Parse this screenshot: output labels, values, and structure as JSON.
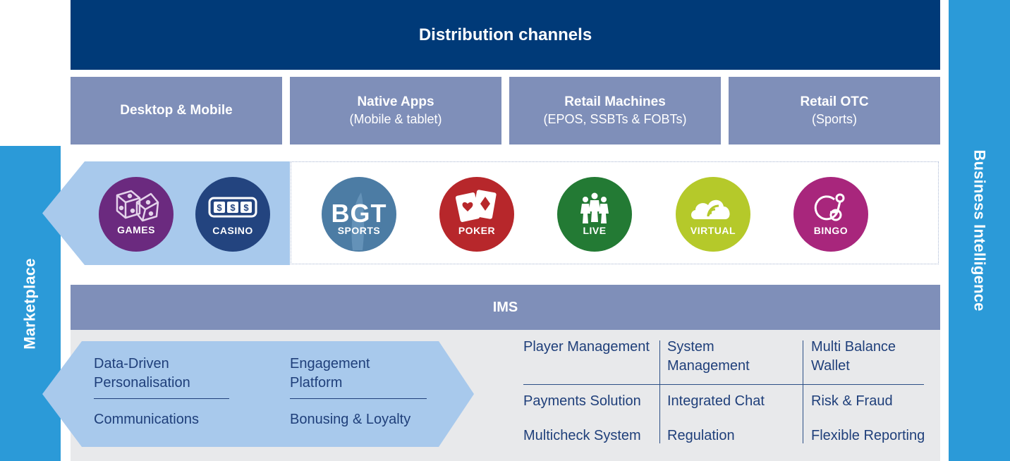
{
  "side": {
    "left_label": "Marketplace",
    "right_label": "Business Intelligence"
  },
  "distribution": {
    "title": "Distribution channels",
    "channels": [
      {
        "title": "Desktop & Mobile",
        "sub": ""
      },
      {
        "title": "Native Apps",
        "sub": "(Mobile & tablet)"
      },
      {
        "title": "Retail Machines",
        "sub": "(EPOS, SSBTs & FOBTs)"
      },
      {
        "title": "Retail OTC",
        "sub": "(Sports)"
      }
    ]
  },
  "products": [
    {
      "label": "GAMES",
      "icon": "dice-icon",
      "color": "#6b2a7f"
    },
    {
      "label": "CASINO",
      "icon": "slot-machine-icon",
      "color": "#23447f"
    },
    {
      "label": "SPORTS",
      "logo": "BGT",
      "icon": "bgt-logo-icon",
      "color": "#4c7ca4"
    },
    {
      "label": "POKER",
      "icon": "playing-cards-icon",
      "color": "#b7272b"
    },
    {
      "label": "LIVE",
      "icon": "dealers-icon",
      "color": "#237a34"
    },
    {
      "label": "VIRTUAL",
      "icon": "cloud-signal-icon",
      "color": "#b5c92a"
    },
    {
      "label": "BINGO",
      "icon": "bingo-ball-icon",
      "color": "#a8267c"
    }
  ],
  "ims": {
    "title": "IMS",
    "marketplace_items": [
      {
        "label": "Data-Driven Personalisation"
      },
      {
        "label": "Engagement Platform"
      },
      {
        "label": "Communications"
      },
      {
        "label": "Bonusing & Loyalty"
      }
    ],
    "features": [
      "Player Management",
      "System Management",
      "Multi Balance Wallet",
      "Payments Solution",
      "Integrated Chat",
      "Risk & Fraud",
      "Multicheck System",
      "Regulation",
      "Flexible Reporting"
    ]
  },
  "colors": {
    "navy": "#003a78",
    "slate": "#7f8fb9",
    "sky": "#2b9ad8",
    "light_blue": "#a8c9ec",
    "text_blue": "#1f3f7a"
  }
}
